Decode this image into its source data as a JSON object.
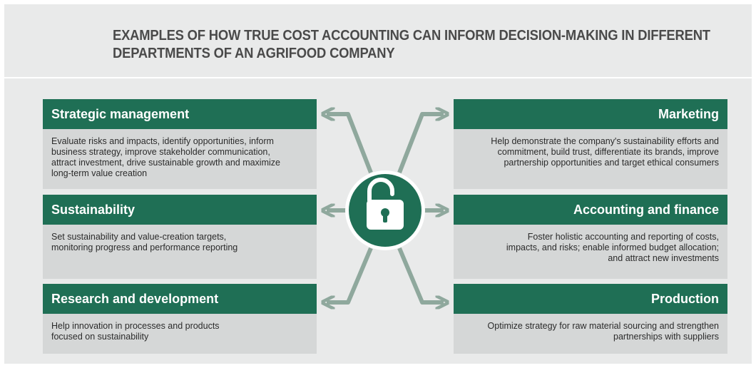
{
  "title": {
    "line1": "EXAMPLES OF HOW TRUE COST ACCOUNTING CAN INFORM DECISION-MAKING IN DIFFERENT",
    "line2": "DEPARTMENTS OF AN AGRIFOOD COMPANY"
  },
  "center_icon": "unlocked-padlock-icon",
  "colors": {
    "header_green": "#1f6f55",
    "card_gray": "#d5d7d7",
    "arrow_gray_green": "#8fa89d",
    "background": "#e9eaea"
  },
  "departments": {
    "strategic": {
      "title": "Strategic management",
      "lines": [
        "Evaluate risks and impacts, identify opportunities, inform",
        "business strategy,  improve stakeholder communication,",
        "attract investment, drive sustainable growth and maximize",
        "long-term value creation"
      ]
    },
    "sustainability": {
      "title": "Sustainability",
      "lines": [
        "Set sustainability and value-creation targets,",
        "monitoring progress and performance reporting"
      ]
    },
    "research": {
      "title": "Research and development",
      "lines": [
        "Help innovation in processes and products",
        "focused on sustainability"
      ]
    },
    "marketing": {
      "title": "Marketing",
      "lines": [
        "Help demonstrate the company's sustainability efforts and",
        "commitment, build trust, differentiate its brands, improve",
        "partnership opportunities and target ethical consumers"
      ]
    },
    "accounting": {
      "title": "Accounting and finance",
      "lines": [
        "Foster holistic accounting and reporting of costs,",
        "impacts, and risks; enable informed budget allocation;",
        "and attract new investments"
      ]
    },
    "production": {
      "title": "Production",
      "lines": [
        "Optimize strategy for raw material sourcing and strengthen",
        "partnerships with suppliers"
      ]
    }
  }
}
